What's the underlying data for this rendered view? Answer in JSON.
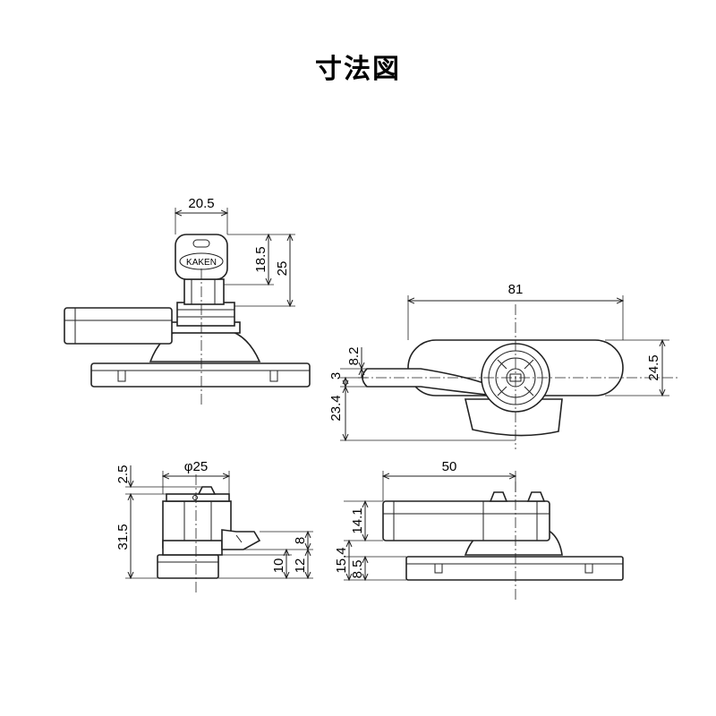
{
  "title": "寸法図",
  "key_logo": "KAKEN",
  "dimensions": {
    "top_left": {
      "width": "20.5",
      "key_height": "18.5",
      "total_height": "25"
    },
    "top_right": {
      "length": "81",
      "offset_a": "8.2",
      "offset_b": "3",
      "offset_c": "23.4",
      "height": "24.5"
    },
    "bottom_left": {
      "diameter": "φ25",
      "top": "2.5",
      "height": "31.5",
      "lever": "8",
      "base": "10",
      "base_total": "12"
    },
    "bottom_right": {
      "length": "50",
      "upper": "14.1",
      "middle": "15.4",
      "base": "8.5"
    }
  }
}
